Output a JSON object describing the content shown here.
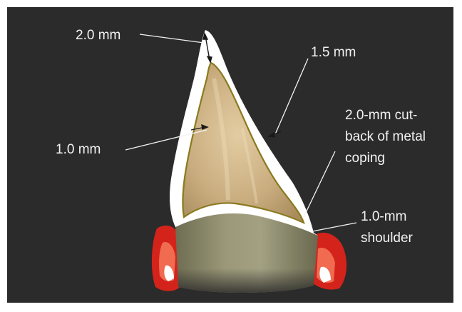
{
  "labels": {
    "tip_thickness": "2.0 mm",
    "incisal_lingual": "1.5 mm",
    "labial_thickness": "1.0 mm",
    "cutback_line1": "2.0-mm cut-",
    "cutback_line2": "back of metal",
    "cutback_line3": "coping",
    "shoulder_line1": "1.0-mm",
    "shoulder_line2": "shoulder"
  },
  "colors": {
    "background": "#2b2b2b",
    "porcelain": "#ffffff",
    "metal_coping_line": "#8a7a20",
    "dentin_core": "#c9ad7f",
    "root": "#8e8e6e",
    "gingiva": "#d4231b"
  }
}
